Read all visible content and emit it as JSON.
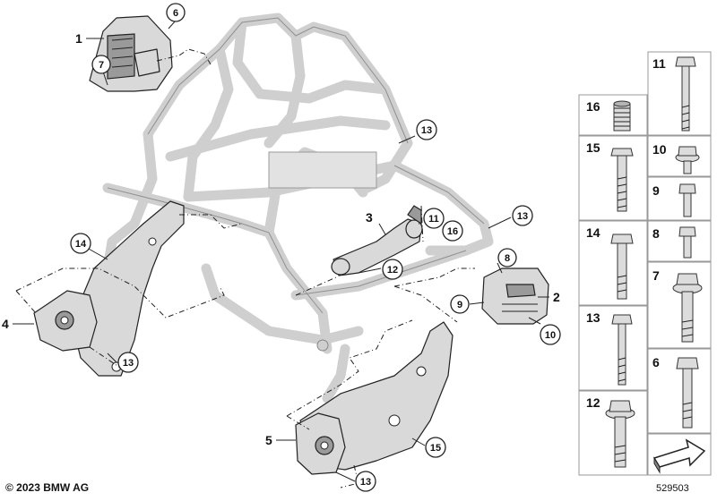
{
  "labels": {
    "part_1": "1",
    "part_2": "2",
    "part_3": "3",
    "part_4": "4",
    "part_5": "5",
    "callout_6": "6",
    "callout_7": "7",
    "callout_8": "8",
    "callout_9": "9",
    "callout_10": "10",
    "callout_11": "11",
    "callout_12": "12",
    "callout_13": "13",
    "callout_14": "14",
    "callout_15": "15",
    "callout_16": "16"
  },
  "legend": {
    "col_left": [
      "16",
      "15",
      "14",
      "13",
      "12"
    ],
    "col_right": [
      "11",
      "10",
      "9",
      "8",
      "7",
      "6"
    ]
  },
  "footer": {
    "copyright": "© 2023 BMW AG",
    "diagram_number": "529503"
  }
}
